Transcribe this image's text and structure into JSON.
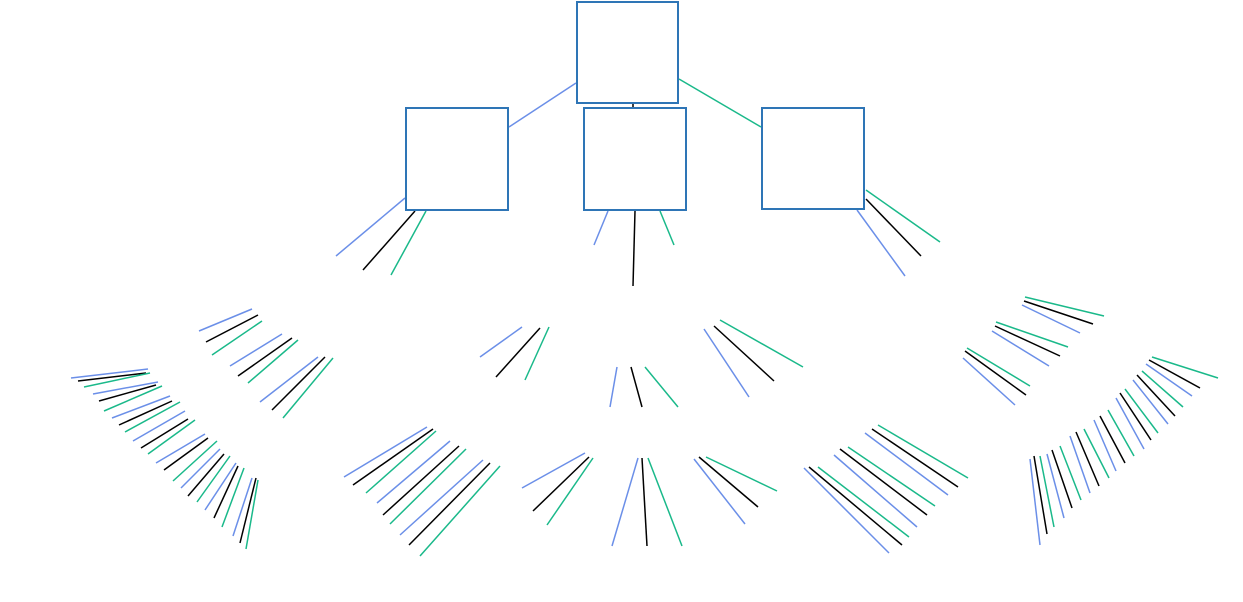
{
  "diagram": {
    "kind": "fractal-tree",
    "branch_colors": {
      "left": "#6b8fe8",
      "middle": "#000000",
      "right": "#1ab98a"
    },
    "node_border_color": "#2e75b6",
    "nodes": [
      {
        "id": "root",
        "level": 0,
        "label": ""
      },
      {
        "id": "left",
        "level": 1,
        "label": ""
      },
      {
        "id": "middle",
        "level": 1,
        "label": ""
      },
      {
        "id": "right",
        "level": 1,
        "label": ""
      }
    ],
    "branching_factor": 3,
    "levels_of_branches": 4
  }
}
